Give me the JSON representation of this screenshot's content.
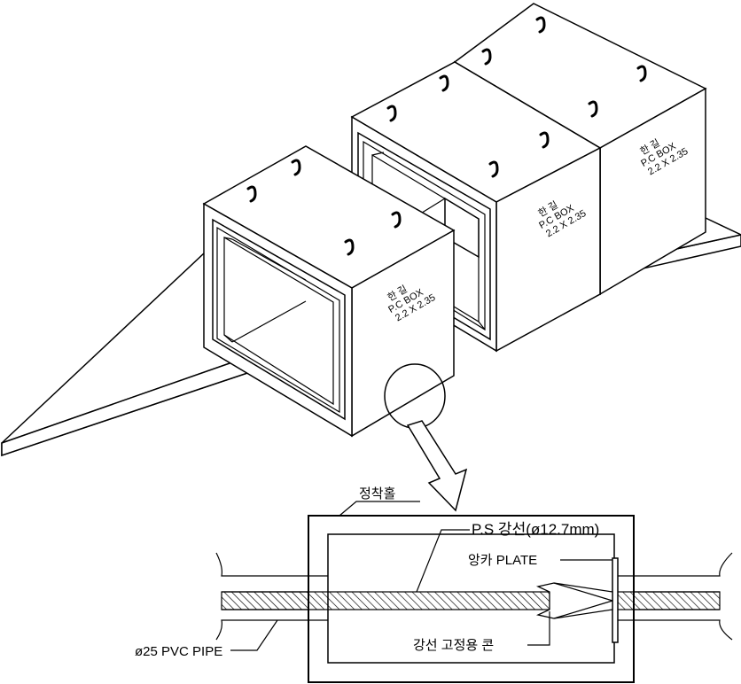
{
  "box_label": {
    "maker": "한  길",
    "type": "P.C BOX",
    "size": "2.2 X 2.35"
  },
  "detail": {
    "anchor_hole": "정착홀",
    "ps_strand": "P.S 강선(ø12.7mm)",
    "anchor_plate": "앙카 PLATE",
    "pvc_pipe": "ø25 PVC PIPE",
    "strand_wedge": "강선 고정용 콘"
  }
}
